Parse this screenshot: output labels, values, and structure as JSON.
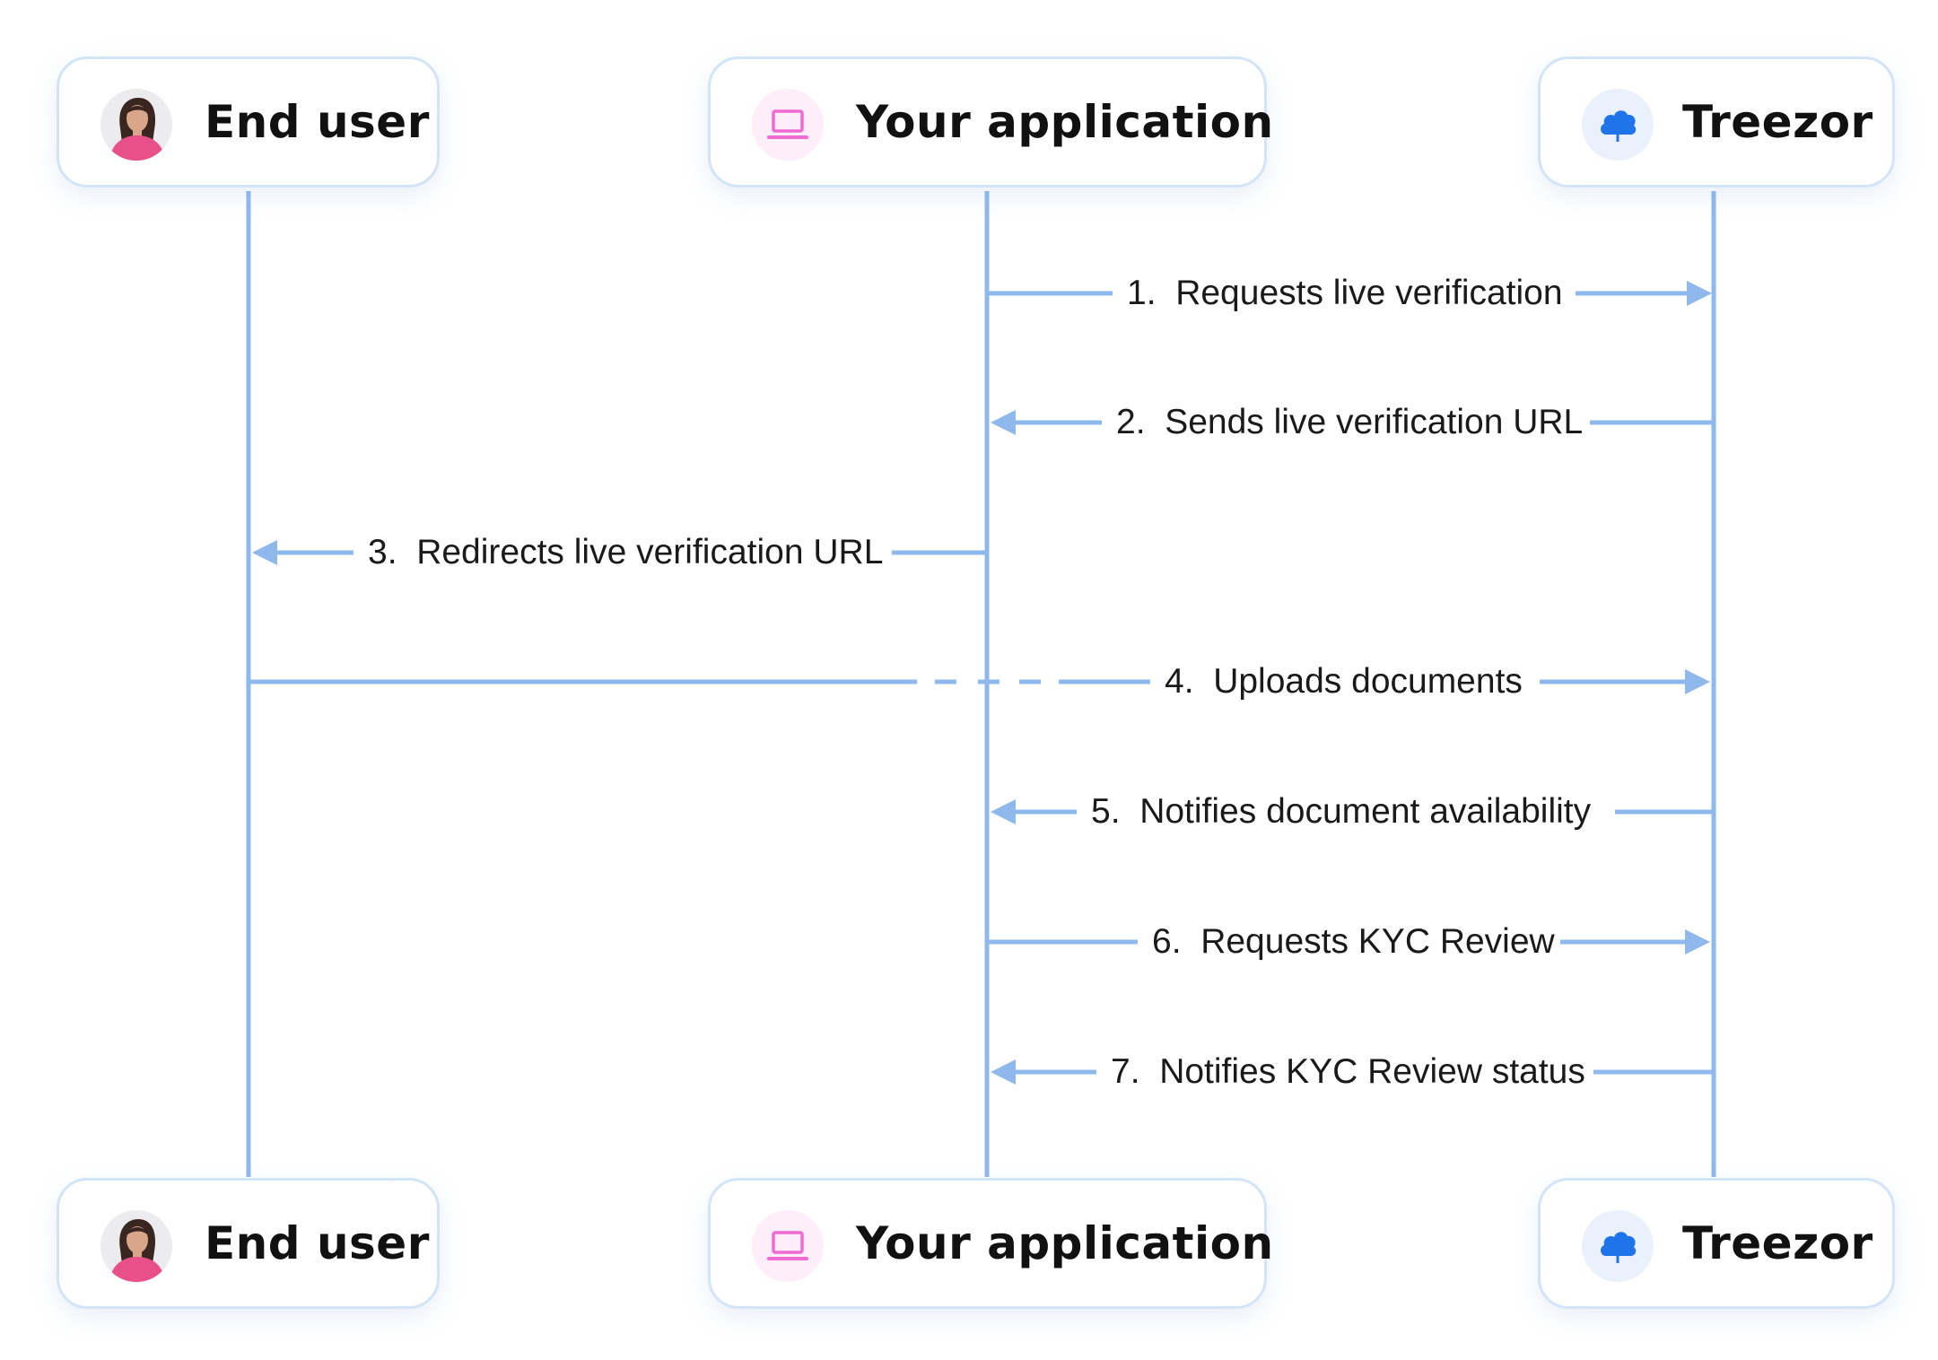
{
  "actors": {
    "end_user": {
      "name": "End user",
      "icon": "user-avatar-icon"
    },
    "app": {
      "name": "Your application",
      "icon": "laptop-icon"
    },
    "treezor": {
      "name": "Treezor",
      "icon": "treezor-cloud-logo-icon"
    }
  },
  "messages": [
    {
      "step": "1.",
      "text": "Requests live verification",
      "from": "app",
      "to": "treezor"
    },
    {
      "step": "2.",
      "text": "Sends live verification URL",
      "from": "treezor",
      "to": "app"
    },
    {
      "step": "3.",
      "text": "Redirects live verification URL",
      "from": "app",
      "to": "end_user"
    },
    {
      "step": "4.",
      "text": "Uploads documents",
      "from": "end_user",
      "to": "treezor"
    },
    {
      "step": "5.",
      "text": "Notifies document availability",
      "from": "treezor",
      "to": "app"
    },
    {
      "step": "6.",
      "text": "Requests KYC Review",
      "from": "app",
      "to": "treezor"
    },
    {
      "step": "7.",
      "text": "Notifies KYC Review status",
      "from": "treezor",
      "to": "app"
    }
  ],
  "colors": {
    "line": "#8fb8ec",
    "box_border": "#d3e4f8",
    "laptop": "#f06ad2",
    "laptop_bg": "#fdeefa",
    "treezor_logo": "#1e74e8",
    "treezor_bg": "#eaf1fb",
    "avatar_shirt": "#e8508a"
  }
}
